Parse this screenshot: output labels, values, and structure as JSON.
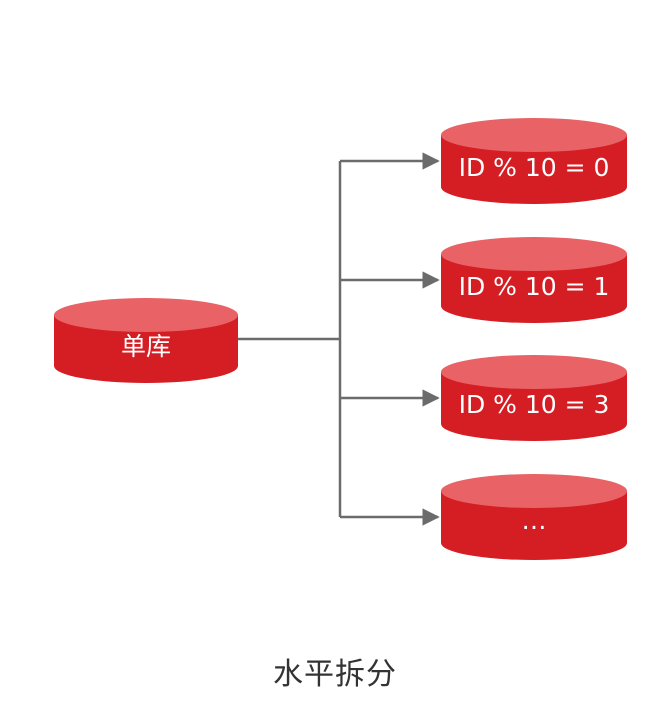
{
  "source": {
    "label": "单库"
  },
  "shards": [
    {
      "label": "ID % 10 = 0"
    },
    {
      "label": "ID % 10 = 1"
    },
    {
      "label": "ID % 10 = 3"
    },
    {
      "label": "…"
    }
  ],
  "caption": "水平拆分",
  "colors": {
    "cylinder_top": "#e86266",
    "cylinder_body": "#d51d24",
    "connector": "#6b6b6b",
    "caption_text": "#333333"
  }
}
